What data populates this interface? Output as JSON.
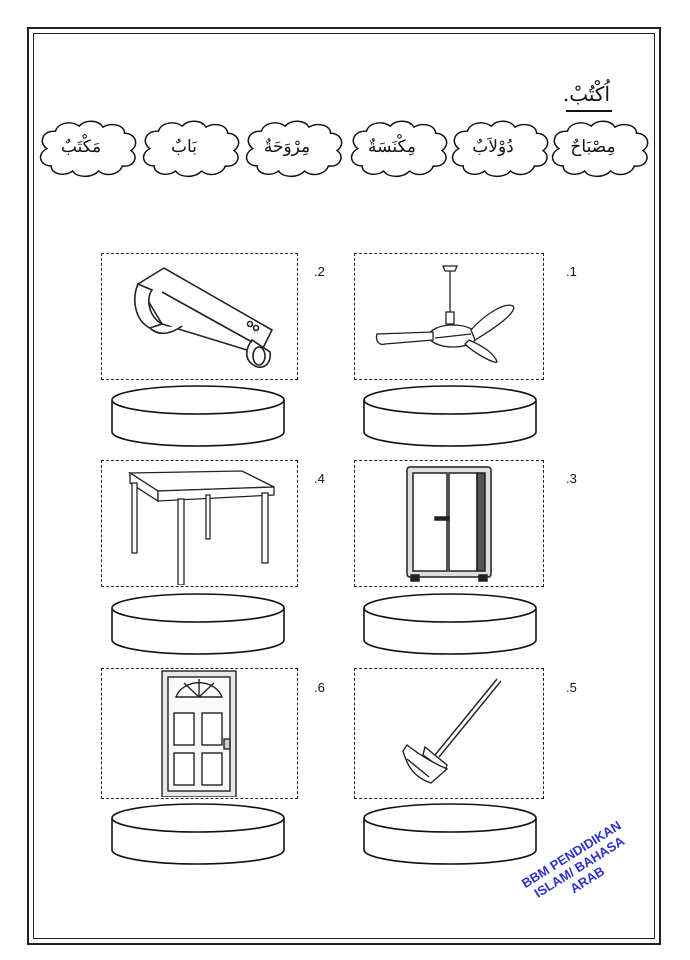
{
  "instruction": "اُكْتُبْ.",
  "word_bank": [
    "مِصْبَاحٌ",
    "دُوْلاَبٌ",
    "مِكْنَسَةٌ",
    "مِرْوَحَةٌ",
    "بَابٌ",
    "مَكْتَبٌ"
  ],
  "items": [
    {
      "number": ".1",
      "picture": "ceiling-fan-icon"
    },
    {
      "number": ".2",
      "picture": "wall-lamp-icon"
    },
    {
      "number": ".3",
      "picture": "wardrobe-icon"
    },
    {
      "number": ".4",
      "picture": "table-icon"
    },
    {
      "number": ".5",
      "picture": "broom-icon"
    },
    {
      "number": ".6",
      "picture": "door-icon"
    }
  ],
  "watermark": [
    "BBM PENDIDIKAN",
    "ISLAM/ BAHASA",
    "ARAB"
  ],
  "colors": {
    "ink": "#111111",
    "watermark": "#2b33c9"
  }
}
